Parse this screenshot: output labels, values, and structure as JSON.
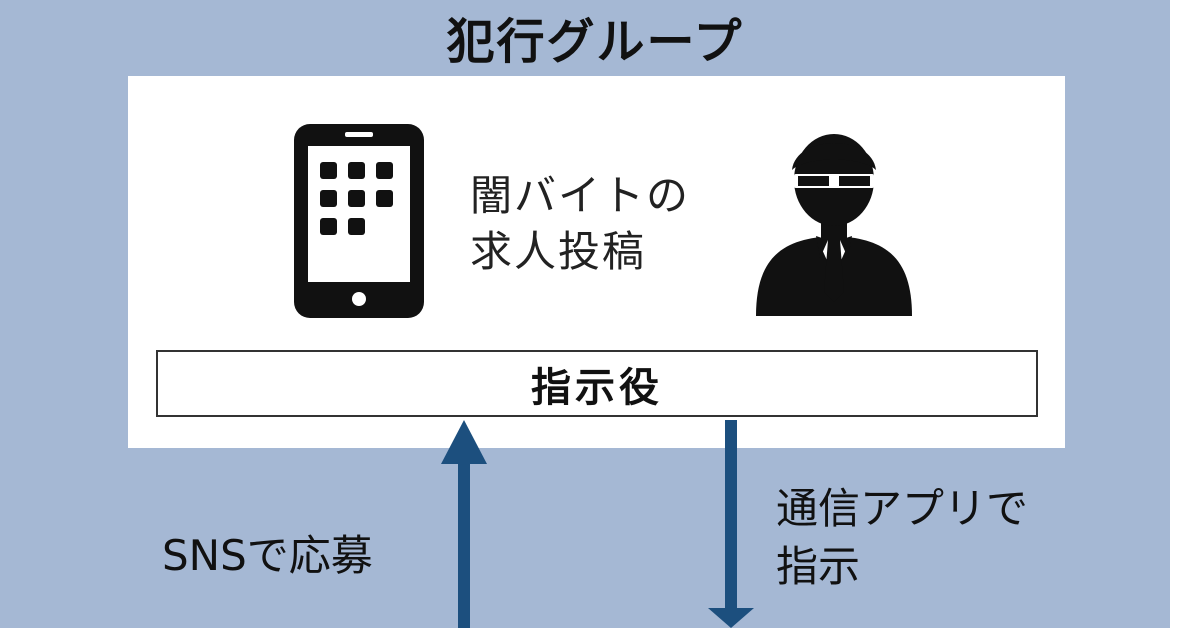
{
  "group": {
    "title": "犯行グループ"
  },
  "post": {
    "line1": "闇バイトの",
    "line2": "求人投稿"
  },
  "role": {
    "label": "指示役"
  },
  "flows": {
    "apply": {
      "label": "SNSで応募"
    },
    "instruct": {
      "line1": "通信アプリで",
      "line2": "指示"
    }
  },
  "colors": {
    "background": "#a5b8d4",
    "arrow": "#1c4f7e",
    "icon": "#111111"
  },
  "icons": [
    "smartphone-icon",
    "person-in-suit-with-sunglasses-icon",
    "up-arrow-icon",
    "down-arrow-icon"
  ]
}
